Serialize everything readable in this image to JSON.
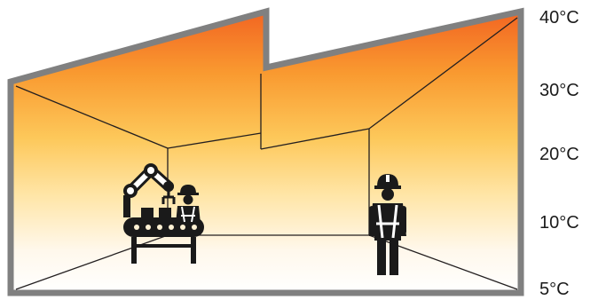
{
  "temperature_scale": {
    "labels": [
      "40°C",
      "30°C",
      "20°C",
      "10°C",
      "5°C"
    ]
  },
  "gradient": {
    "colors": [
      "#f26522",
      "#f99a30",
      "#fdc85a",
      "#ffe5a6",
      "#ffffff"
    ]
  },
  "icons": [
    "robot-arm-icon",
    "conveyor-table-icon",
    "worker-icon"
  ],
  "colors": {
    "wall": "#808080",
    "line": "#231f20",
    "figure": "#1a1a1a"
  }
}
